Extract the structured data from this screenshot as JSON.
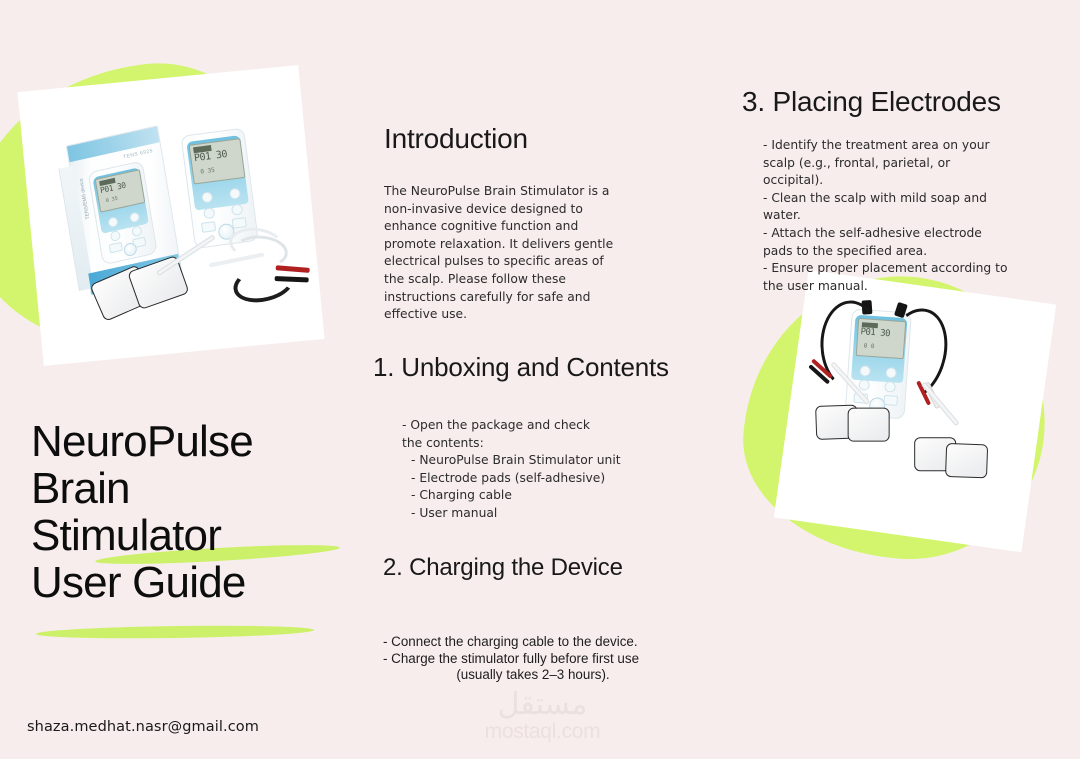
{
  "meta": {
    "background_color": "#f8eded",
    "accent_green": "#d3f56e",
    "stroke_green": "#cdf06a",
    "text_color": "#191919"
  },
  "title": {
    "line1": "NeuroPulse",
    "line2": "Brain",
    "line3": "Stimulator",
    "line4": "User Guide"
  },
  "contact": {
    "email": "shaza.medhat.nasr@gmail.com"
  },
  "watermark": {
    "arabic": "مستقل",
    "latin": "mostaql.com"
  },
  "introduction": {
    "heading": "Introduction",
    "body": "The NeuroPulse Brain Stimulator is a non-invasive device designed to enhance cognitive function and promote relaxation. It delivers gentle electrical pulses to specific areas of the scalp. Please follow these instructions carefully for safe and effective use."
  },
  "section_unboxing": {
    "heading": "1. Unboxing and Contents",
    "lead": "- Open the package and check the contents:",
    "items": [
      "- NeuroPulse Brain Stimulator unit",
      "- Electrode pads (self-adhesive)",
      "- Charging cable",
      "- User manual"
    ]
  },
  "section_charging": {
    "heading": "2. Charging the Device",
    "line1": "- Connect the charging cable to the device.",
    "line2": "- Charge the stimulator fully before first use",
    "line3": "(usually takes 2–3 hours)."
  },
  "section_electrodes": {
    "heading": "3. Placing Electrodes",
    "body": "- Identify the treatment area on your scalp (e.g., frontal, parietal, or occipital).\n- Clean the scalp with mild soap and water.\n- Attach the self-adhesive electrode pads to the specified area.\n- Ensure proper placement according to the user manual."
  },
  "photo_left": {
    "caption": "TENS/EMS device retail box, handheld stimulator unit, electrode pads and cables",
    "box_label": "TENS/EMS device",
    "box_spine_label": "TENS/EMS device",
    "box_code": "TENS 6925",
    "unit_lcd_main": "P01 30",
    "unit_lcd_sub": "0      35"
  },
  "photo_right": {
    "caption": "Handheld stimulator connected to four self-adhesive electrode pads",
    "unit_lcd_main": "P01 30",
    "unit_lcd_sub": "0      0"
  }
}
